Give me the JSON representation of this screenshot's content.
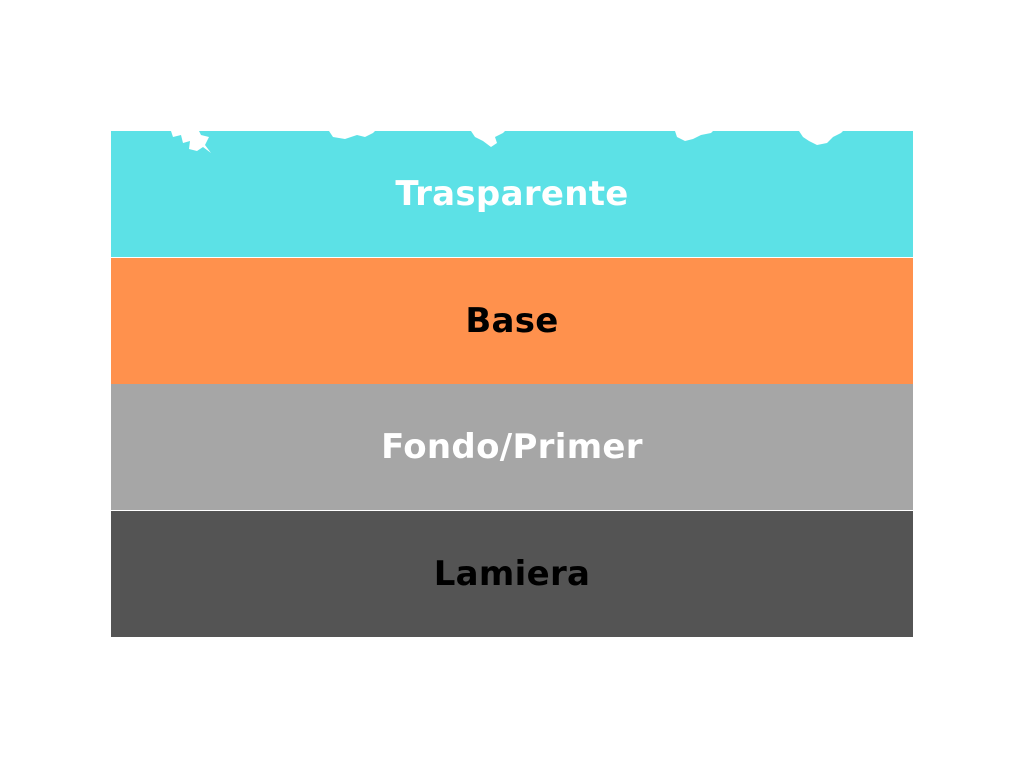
{
  "diagram": {
    "layers": [
      {
        "label": "Trasparente",
        "fill": "#5CE1E6",
        "text_color": "#FFFFFF"
      },
      {
        "label": "Base",
        "fill": "#FF914D",
        "text_color": "#000000"
      },
      {
        "label": "Fondo/Primer",
        "fill": "#A6A6A6",
        "text_color": "#FFFFFF"
      },
      {
        "label": "Lamiera",
        "fill": "#545454",
        "text_color": "#000000"
      }
    ]
  }
}
